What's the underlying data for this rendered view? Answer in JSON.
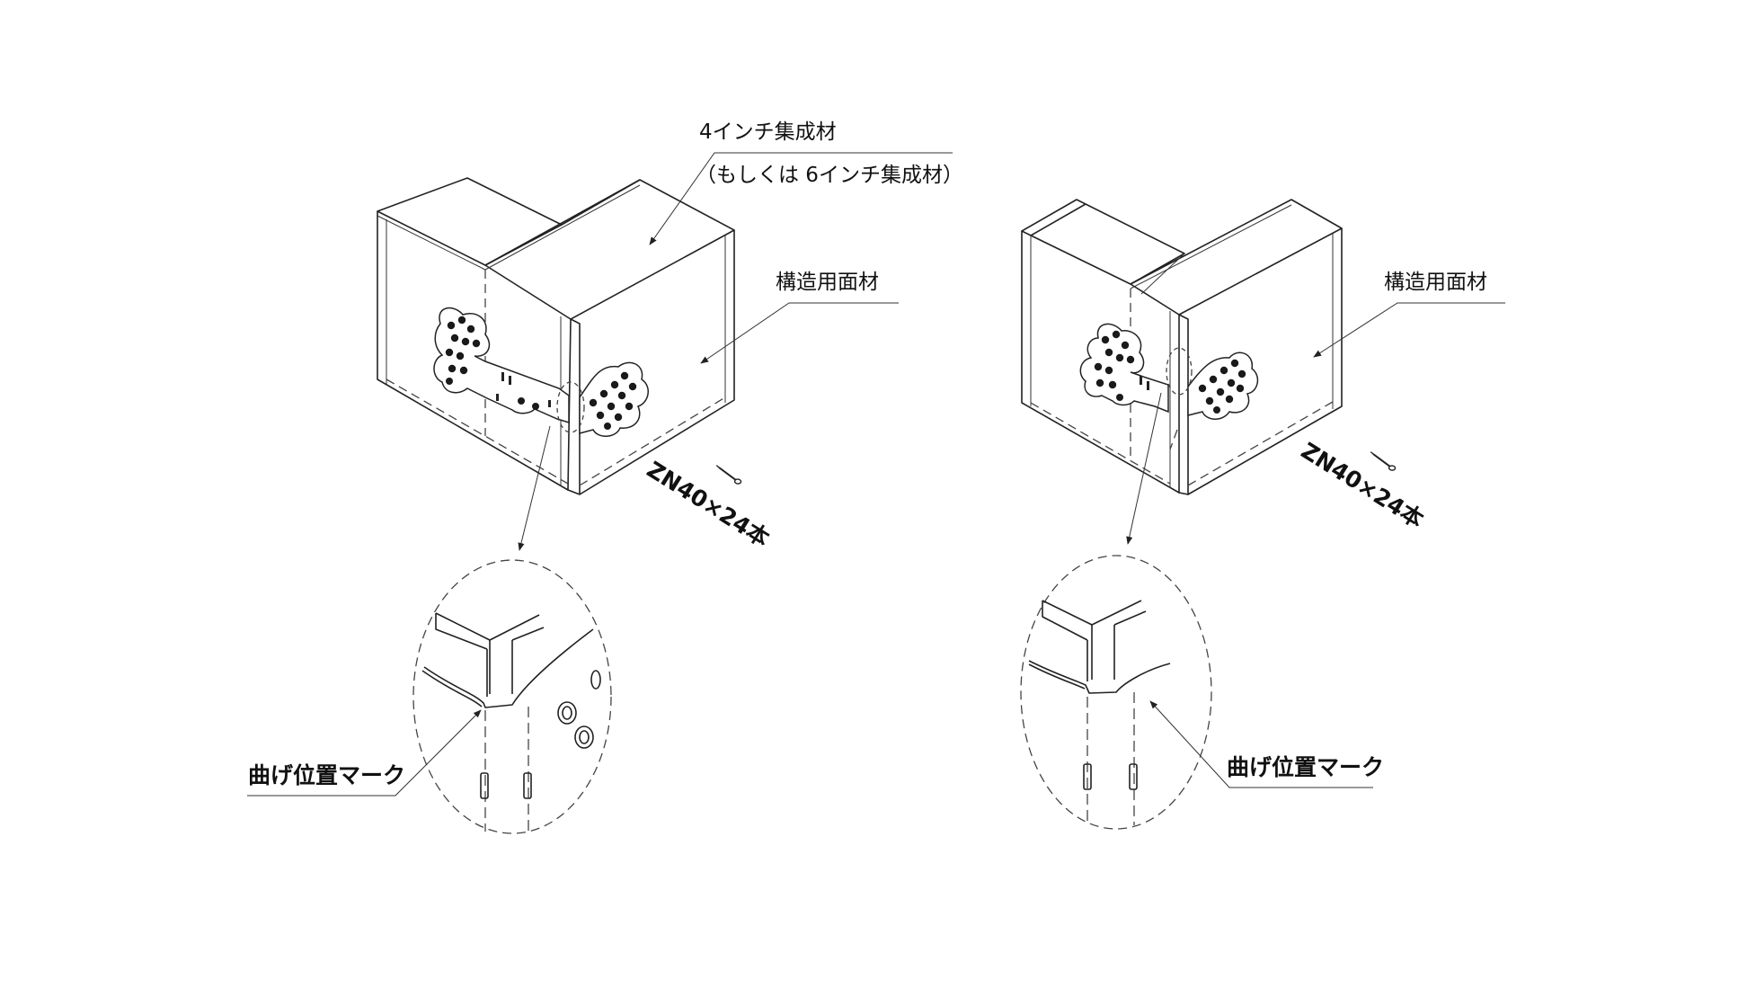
{
  "left_figure": {
    "label_member": "4インチ集成材",
    "label_member_alt": "（もしくは 6インチ集成材）",
    "label_sheathing": "構造用面材",
    "label_nails": "ZN40×24本",
    "label_bend_mark": "曲げ位置マーク"
  },
  "right_figure": {
    "label_sheathing": "構造用面材",
    "label_nails": "ZN40×24本",
    "label_bend_mark": "曲げ位置マーク"
  },
  "colors": {
    "line": "#222222",
    "background": "#ffffff"
  }
}
